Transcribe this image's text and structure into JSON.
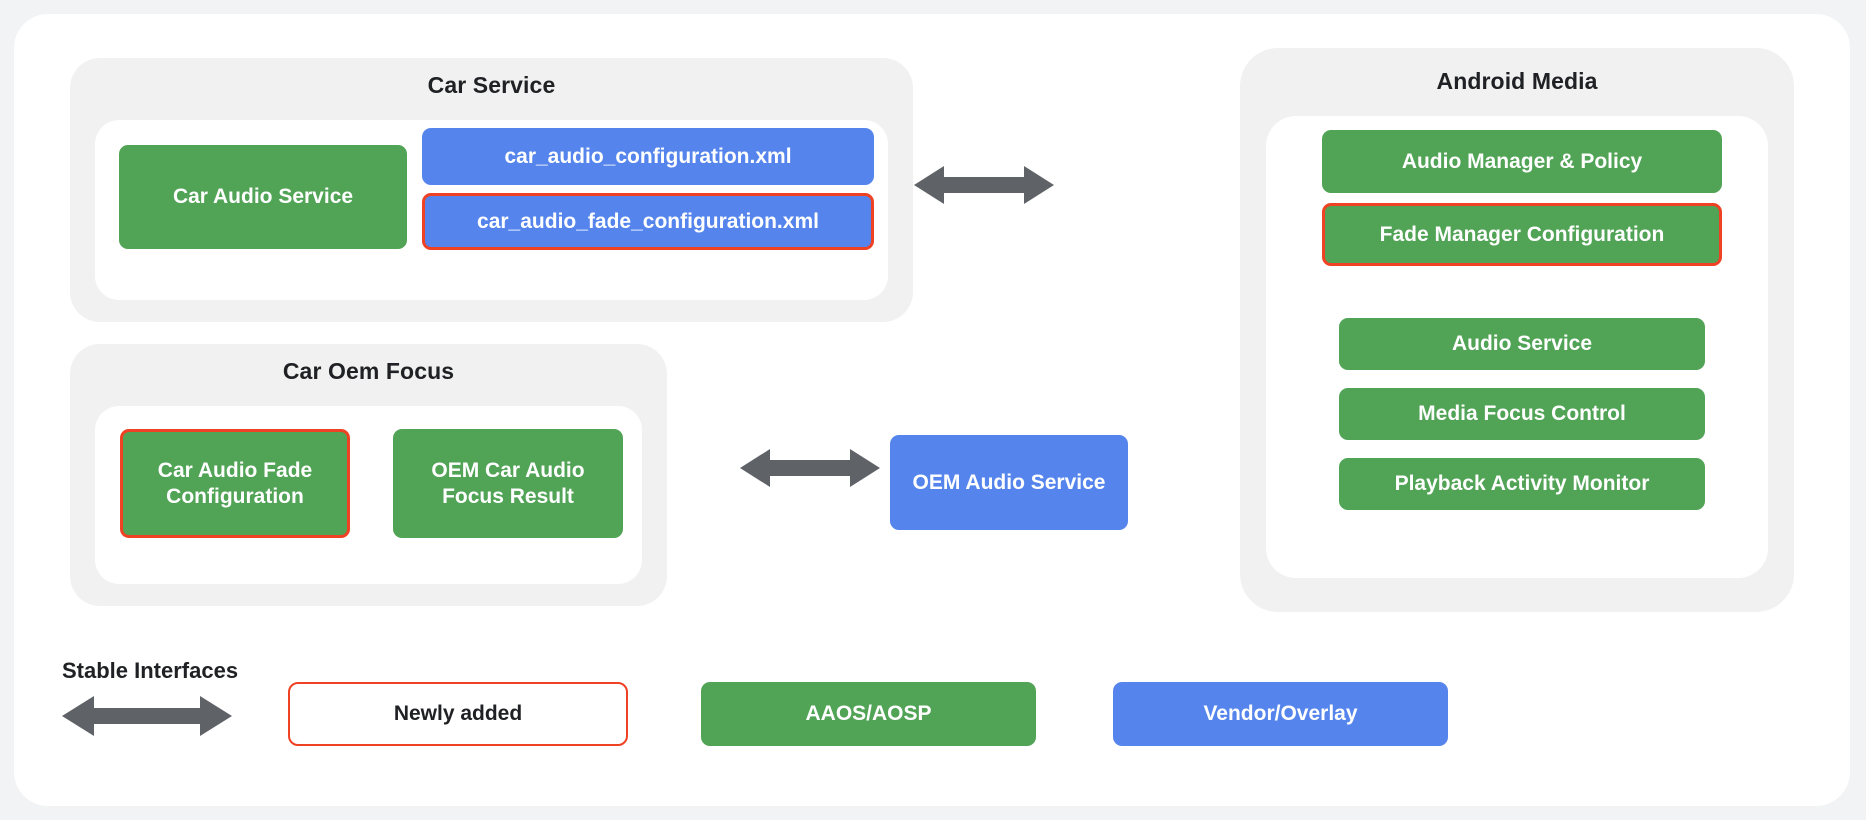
{
  "colors": {
    "page_background": "#f1f3f4",
    "card_background": "#ffffff",
    "panel_background": "#f1f1f1",
    "green": "#51a356",
    "blue": "#5585ec",
    "highlight_red": "#ef4123",
    "arrow_gray": "#5f6368",
    "text_dark": "#202124"
  },
  "car_service": {
    "title": "Car Service",
    "nodes": [
      {
        "label": "Car Audio Service",
        "type": "green",
        "highlight": false
      },
      {
        "label": "car_audio_configuration.xml",
        "type": "blue",
        "highlight": false
      },
      {
        "label": "car_audio_fade_configuration.xml",
        "type": "blue",
        "highlight": true
      }
    ]
  },
  "car_oem_focus": {
    "title": "Car Oem Focus",
    "nodes": [
      {
        "label": "Car Audio Fade Configuration",
        "type": "green",
        "highlight": true
      },
      {
        "label": "OEM Car Audio Focus Result",
        "type": "green",
        "highlight": false
      }
    ]
  },
  "android_media": {
    "title": "Android Media",
    "nodes": [
      {
        "label": "Audio Manager & Policy",
        "type": "green",
        "highlight": false
      },
      {
        "label": "Fade Manager Configuration",
        "type": "green",
        "highlight": true
      },
      {
        "label": "Audio Service",
        "type": "green",
        "highlight": false
      },
      {
        "label": "Media Focus Control",
        "type": "green",
        "highlight": false
      },
      {
        "label": "Playback Activity Monitor",
        "type": "green",
        "highlight": false
      }
    ]
  },
  "oem_audio_service": {
    "label": "OEM Audio Service"
  },
  "arrows": {
    "top_connector": "double-arrow-icon",
    "middle_connector": "double-arrow-icon",
    "legend_connector": "double-arrow-icon"
  },
  "legend": {
    "title": "Stable Interfaces",
    "items": [
      {
        "label": "Newly added",
        "style": "outline"
      },
      {
        "label": "AAOS/AOSP",
        "style": "green"
      },
      {
        "label": "Vendor/Overlay",
        "style": "blue"
      }
    ]
  }
}
